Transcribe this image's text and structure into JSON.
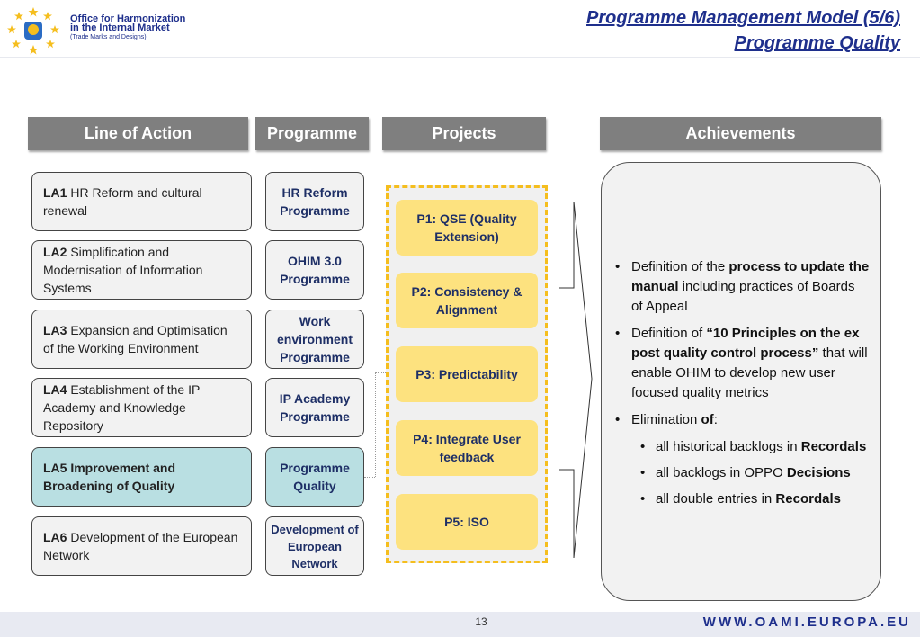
{
  "header": {
    "org_line1": "Office for Harmonization",
    "org_line2": "in the Internal Market",
    "org_line3": "(Trade Marks and Designs)",
    "title_line1": "Programme Management Model (5/6)",
    "title_line2": "Programme Quality"
  },
  "columns": {
    "line_of_action": "Line of Action",
    "programme": "Programme",
    "projects": "Projects",
    "achievements": "Achievements"
  },
  "lines_of_action": [
    {
      "code": "LA1",
      "text": " HR Reform and cultural renewal"
    },
    {
      "code": "LA2",
      "text": " Simplification and Modernisation of Information Systems"
    },
    {
      "code": "LA3",
      "text": " Expansion and Optimisation of the Working Environment"
    },
    {
      "code": "LA4",
      "text": " Establishment of the IP Academy and Knowledge Repository"
    },
    {
      "code": "LA5",
      "text": " Improvement and Broadening of Quality"
    },
    {
      "code": "LA6",
      "text": " Development of the European Network"
    }
  ],
  "programmes": [
    {
      "label": "HR Reform Programme"
    },
    {
      "label": "OHIM 3.0 Programme"
    },
    {
      "label": "Work environment Programme"
    },
    {
      "label": "IP Academy Programme"
    },
    {
      "label": "Programme Quality"
    },
    {
      "label": "Development of European Network"
    }
  ],
  "projects": [
    {
      "label": "P1: QSE (Quality Extension)"
    },
    {
      "label": "P2: Consistency & Alignment"
    },
    {
      "label": "P3: Predictability"
    },
    {
      "label": "P4: Integrate User feedback"
    },
    {
      "label": "P5: ISO"
    }
  ],
  "achievements": {
    "a1_pre": "Definition of the ",
    "a1_bold": "process to update the manual",
    "a1_post": " including practices of Boards of Appeal",
    "a2_pre": "Definition of ",
    "a2_bold": "“10 Principles on the ex post quality control process”",
    "a2_post": " that will enable OHIM to develop new user focused quality metrics",
    "a3_pre": "Elimination ",
    "a3_bold": "of",
    "a3_post": ":",
    "s1_pre": "all historical backlogs in ",
    "s1_bold": "Recordals",
    "s2_pre": "all backlogs in OPPO ",
    "s2_bold": "Decisions",
    "s3_pre": "all double entries in ",
    "s3_bold": "Recordals"
  },
  "footer": {
    "page_number": "13",
    "website": "WWW.OAMI.EUROPA.EU"
  },
  "colors": {
    "brand_blue": "#1e2f8c",
    "header_gray": "#7f7f7f",
    "project_yellow": "#fde27f",
    "dashed_frame": "#f5be1e",
    "highlight_teal": "#b9dfe2"
  }
}
